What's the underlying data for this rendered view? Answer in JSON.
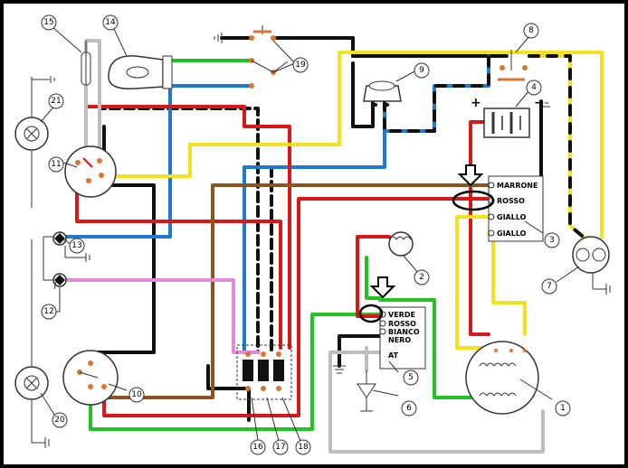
{
  "colors": {
    "red": "#d81818",
    "green": "#22c322",
    "blue": "#1e7ad0",
    "yellow": "#f2e11c",
    "brown": "#8a5321",
    "pink": "#e48ad6",
    "black": "#111111",
    "grey": "#bdbdbd",
    "orange": "#d9752e"
  },
  "component_numbers": [
    "1",
    "2",
    "3",
    "4",
    "5",
    "6",
    "7",
    "8",
    "9",
    "10",
    "11",
    "12",
    "13",
    "14",
    "15",
    "16",
    "17",
    "18",
    "19",
    "20",
    "21"
  ],
  "terminal_block_3": {
    "labels": [
      "MARRONE",
      "ROSSO",
      "GIALLO",
      "GIALLO"
    ]
  },
  "terminal_block_5": {
    "labels": [
      "VERDE",
      "ROSSO",
      "BIANCO",
      "NERO"
    ],
    "at_label": "AT"
  },
  "battery_symbols": {
    "plus": "+",
    "minus": "−"
  }
}
